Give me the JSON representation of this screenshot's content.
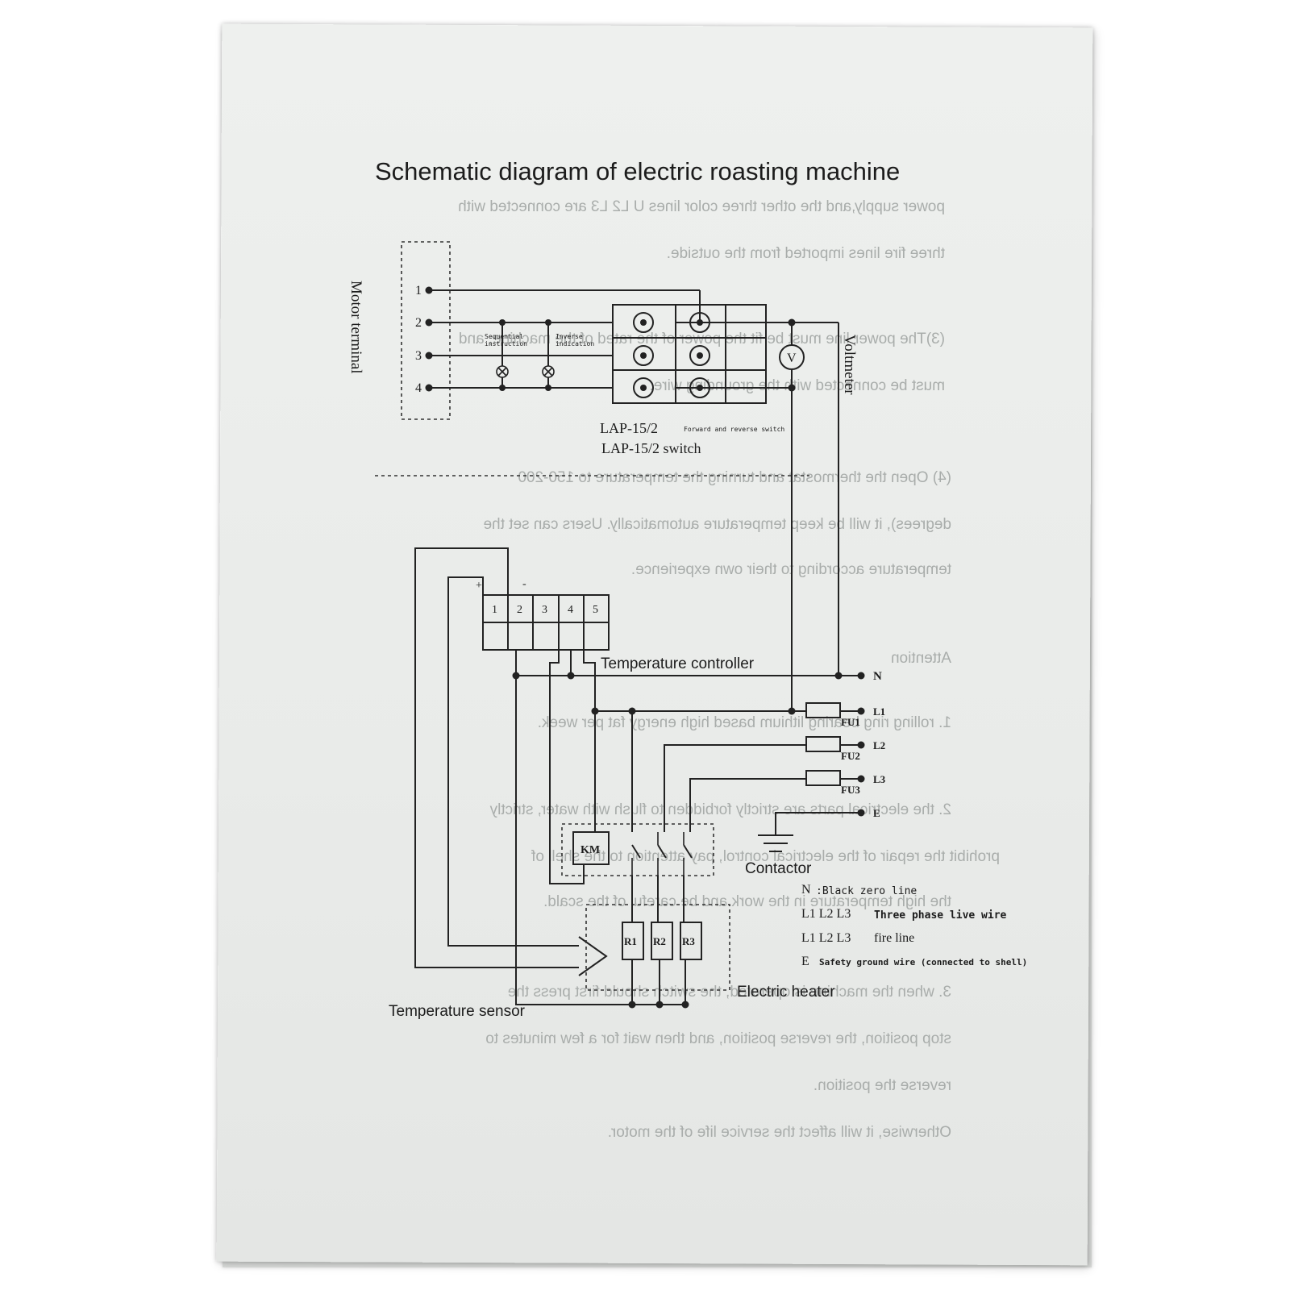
{
  "title": "Schematic diagram of electric roasting machine",
  "motor_section": {
    "motor_terminal_label": "Motor terminal",
    "terminal_numbers": [
      "1",
      "2",
      "3",
      "4"
    ],
    "sequential_label": "Sequential instruction",
    "reverse_label": "Inverse indication",
    "voltmeter_label": "Voltmeter",
    "voltmeter_symbol": "V",
    "switch_label_1": "LAP-15/2",
    "switch_label_1_note": "Forward and reverse switch",
    "switch_label_2": "LAP-15/2  switch"
  },
  "controller_section": {
    "plus_sign": "+",
    "minus_sign": "-",
    "controller_terminals": [
      "1",
      "2",
      "3",
      "4",
      "5"
    ],
    "temperature_controller_label": "Temperature controller",
    "line_labels": [
      "N",
      "L1",
      "L2",
      "L3",
      "E"
    ],
    "fuse_labels": [
      "FU1",
      "FU2",
      "FU3"
    ],
    "km_label": "KM",
    "contactor_label": "Contactor",
    "heater_labels": [
      "R1",
      "R2",
      "R3"
    ],
    "electric_heater_label": "Electric heater",
    "temperature_sensor_label": "Temperature sensor"
  },
  "legend": {
    "n_prefix": "N",
    "n_text": ":Black zero line",
    "l_prefix_1": "L1 L2 L3",
    "l_text_1": "Three phase live wire",
    "l_prefix_2": "L1 L2 L3",
    "l_text_2": "fire line",
    "e_prefix": "E",
    "e_text": "Safety ground wire (connected to shell)"
  },
  "show_through_text": [
    "power supply,and the other three color lines  U L2 L3 are connected with",
    "three fire lines imported from the outside.",
    "(3)The power line must be fit the power of the rated of the machine, and",
    "must be connected with the grounding wire.",
    "(4) Open the thermostat and turning the temperature to 150-200",
    "degrees), it will be keep temperature automatically. Users can set the",
    "temperature according to their own experience.",
    "Attention",
    "1. rolling ring bearing lithium based high energy fat per week.",
    "2. the electrical parts are strictly forbidden to flush with water, strictly",
    "prohibit the repair of the electrical control, pay attention to the shell of",
    "the high temperature in the work and be careful of the scald.",
    "3. when the machine is operated, the switch should first press the",
    "stop position, the reverse position, and then wait for a few minutes to",
    "reverse the position.",
    "Otherwise, it will affect the service life of the motor."
  ]
}
